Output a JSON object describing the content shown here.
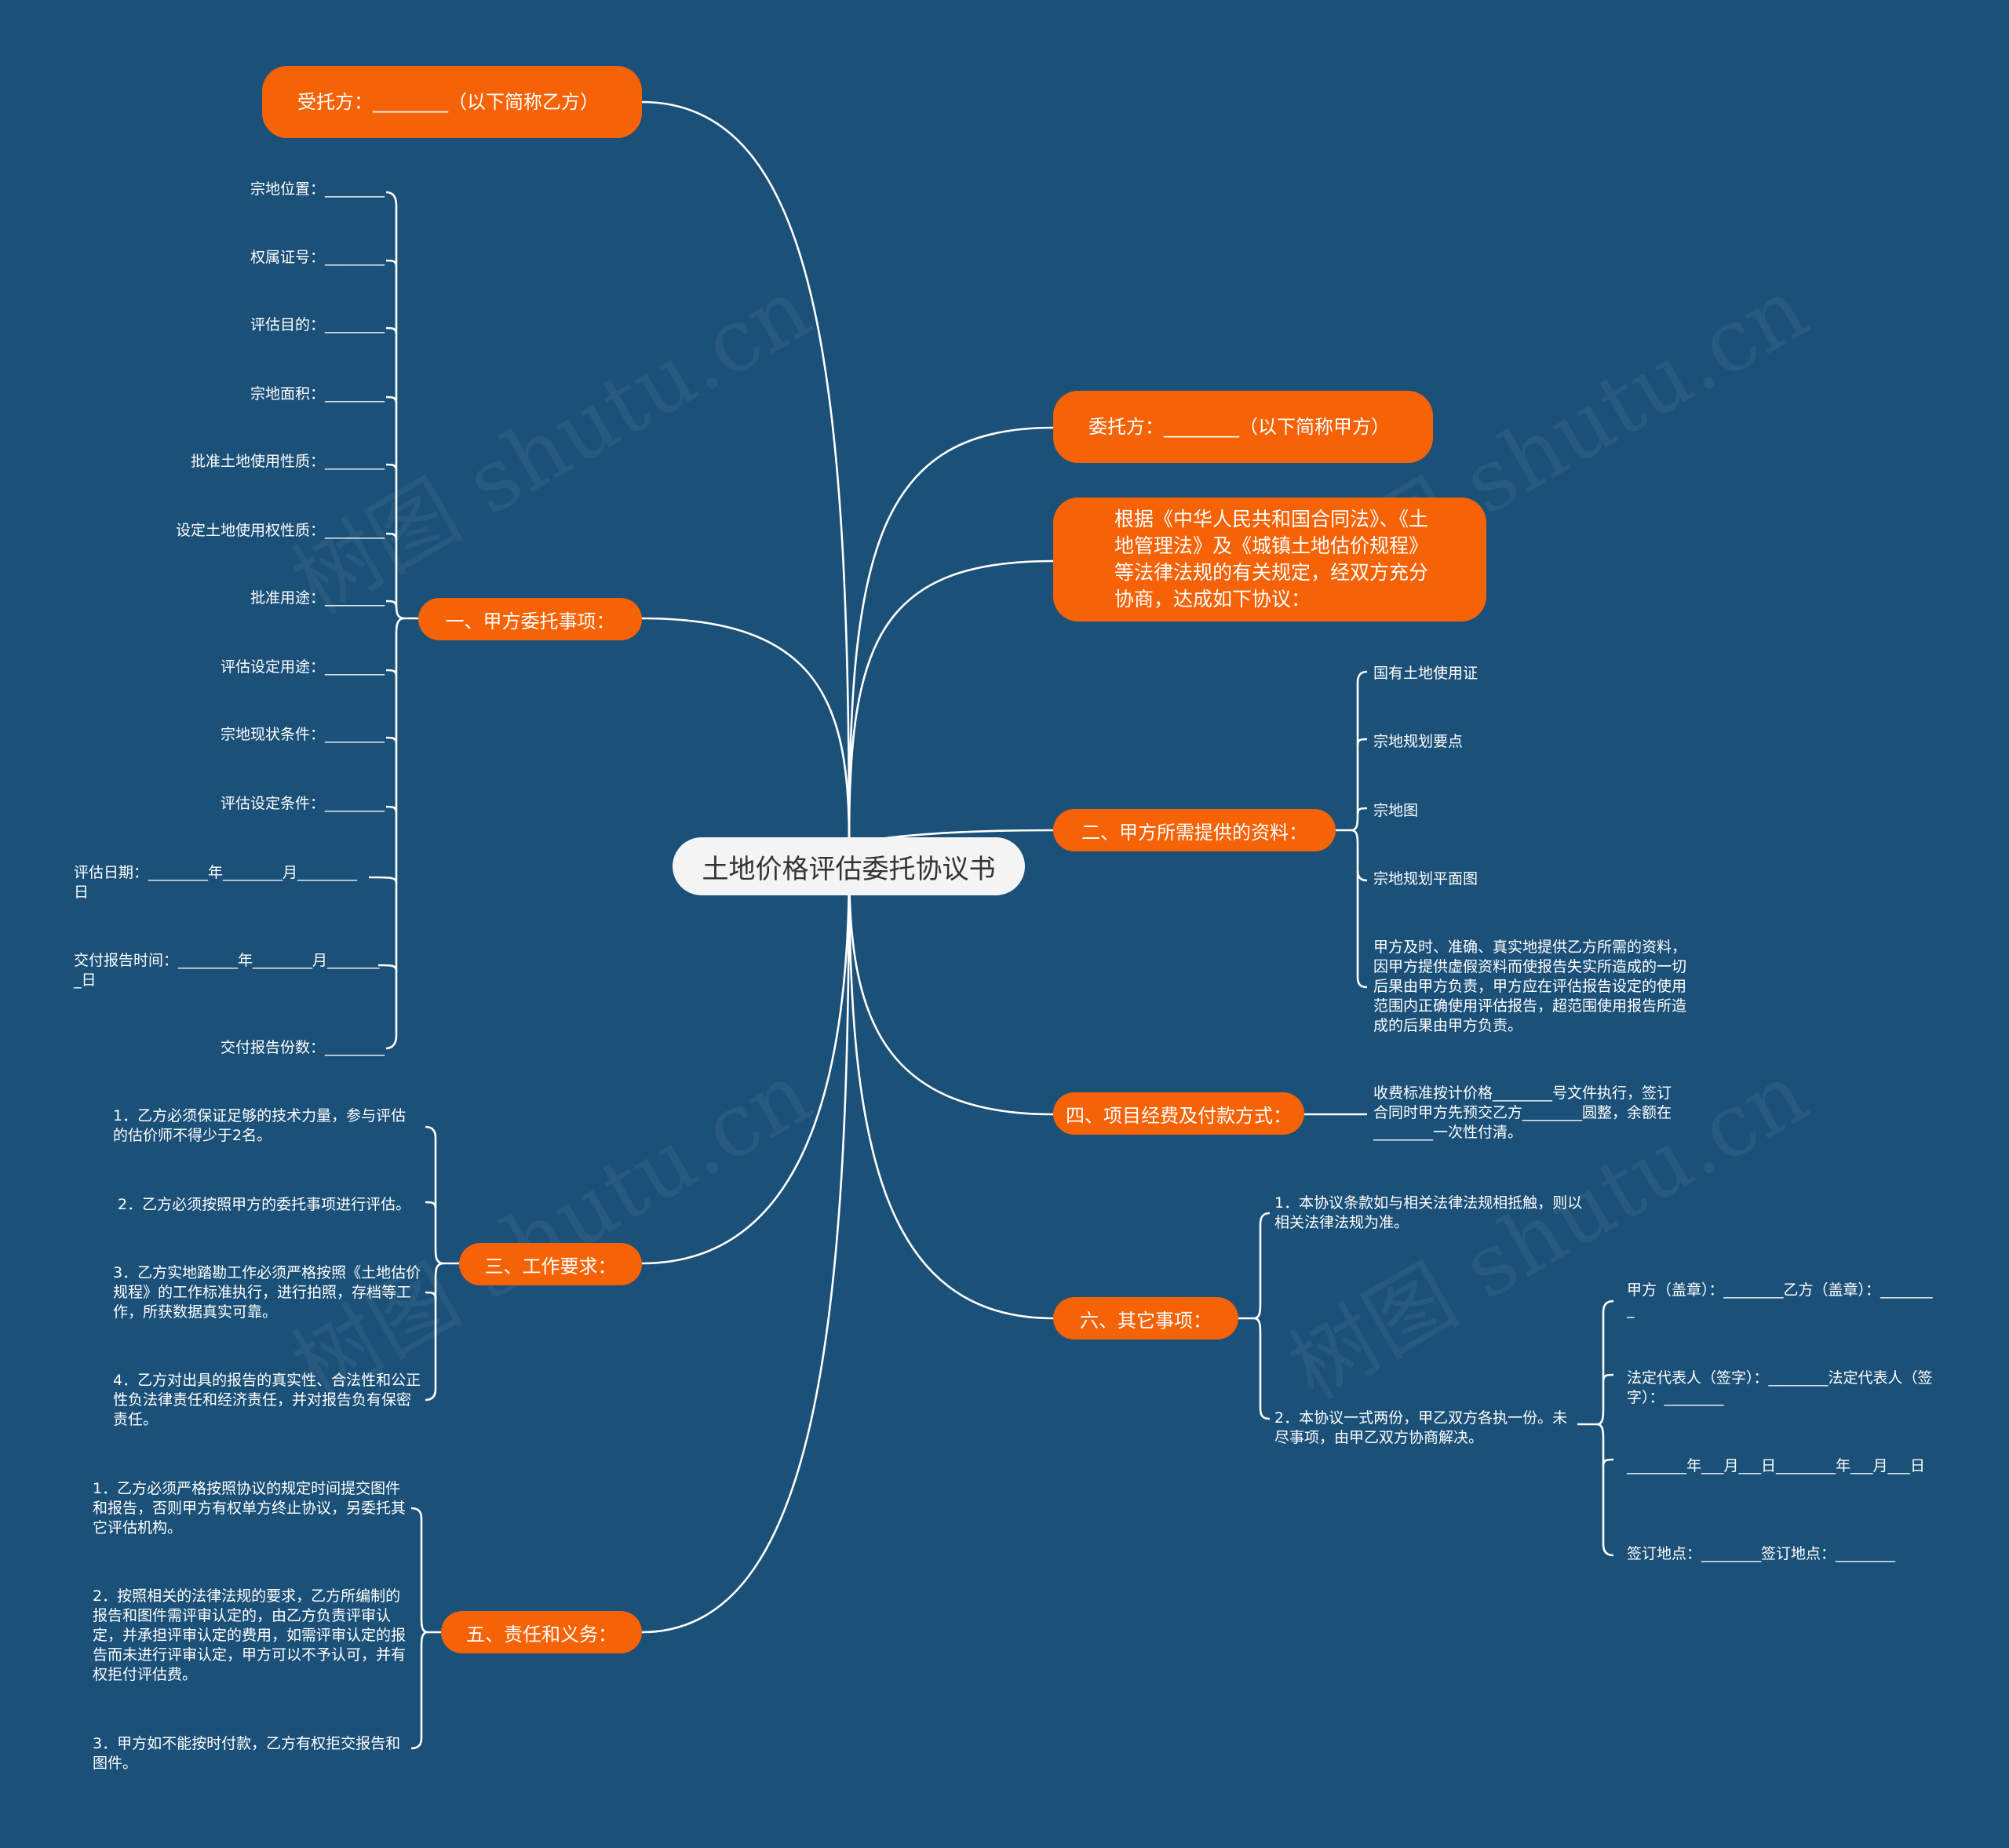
{
  "root": {
    "title": "土地价格评估委托协议书"
  },
  "watermark": "树图 shutu.cn",
  "colors": {
    "background": "#1b5078",
    "branch": "#f66206",
    "root": "#f4f4f4",
    "link": "#ffffff"
  },
  "nodes": {
    "entrusted": "受托方：________（以下简称乙方）",
    "entrusting": "委托方：________（以下简称甲方）",
    "basis": "根据《中华人民共和国合同法》、《土地管理法》及《城镇土地估价规程》等法律法规的有关规定，经双方充分协商，达成如下协议：",
    "b1": {
      "title": "一、甲方委托事项：",
      "items": [
        "宗地位置：________",
        "权属证号：________",
        "评估目的：________",
        "宗地面积：________",
        "批准土地使用性质：________",
        "设定土地使用权性质：________",
        "批准用途：________",
        "评估设定用途：________",
        "宗地现状条件：________",
        "评估设定条件：________",
        "评估日期：________年________月________日",
        "交付报告时间：________年________月________日",
        "交付报告份数：________"
      ]
    },
    "b2": {
      "title": "二、甲方所需提供的资料：",
      "items": [
        "国有土地使用证",
        "宗地规划要点",
        "宗地图",
        "宗地规划平面图",
        "甲方及时、准确、真实地提供乙方所需的资料，因甲方提供虚假资料而使报告失实所造成的一切后果由甲方负责，甲方应在评估报告设定的使用范围内正确使用评估报告，超范围使用报告所造成的后果由甲方负责。"
      ]
    },
    "b3": {
      "title": "三、工作要求：",
      "items": [
        "1．乙方必须保证足够的技术力量，参与评估的估价师不得少于2名。",
        "2．乙方必须按照甲方的委托事项进行评估。",
        "3．乙方实地踏勘工作必须严格按照《土地估价规程》的工作标准执行，进行拍照，存档等工作，所获数据真实可靠。",
        "4．乙方对出具的报告的真实性、合法性和公正性负法律责任和经济责任，并对报告负有保密责任。"
      ]
    },
    "b4": {
      "title": "四、项目经费及付款方式：",
      "items": [
        "收费标准按计价格________号文件执行，签订合同时甲方先预交乙方________圆整，余额在________一次性付清。"
      ]
    },
    "b5": {
      "title": "五、责任和义务：",
      "items": [
        "1．乙方必须严格按照协议的规定时间提交图件和报告，否则甲方有权单方终止协议，另委托其它评估机构。",
        "2．按照相关的法律法规的要求，乙方所编制的报告和图件需评审认定的，由乙方负责评审认定，并承担评审认定的费用，如需评审认定的报告而未进行评审认定，甲方可以不予认可，并有权拒付评估费。",
        "3．甲方如不能按时付款，乙方有权拒交报告和图件。"
      ]
    },
    "b6": {
      "title": "六、其它事项：",
      "items": [
        "1．本协议条款如与相关法律法规相抵触，则以相关法律法规为准。",
        "2．本协议一式两份，甲乙双方各执一份。未尽事项，由甲乙双方协商解决。"
      ],
      "sub": [
        "甲方（盖章）：________乙方（盖章）：________",
        "法定代表人（签字）：________法定代表人（签字）：________",
        "________年___月___日________年___月___日",
        "签订地点：________签订地点：________"
      ]
    }
  }
}
